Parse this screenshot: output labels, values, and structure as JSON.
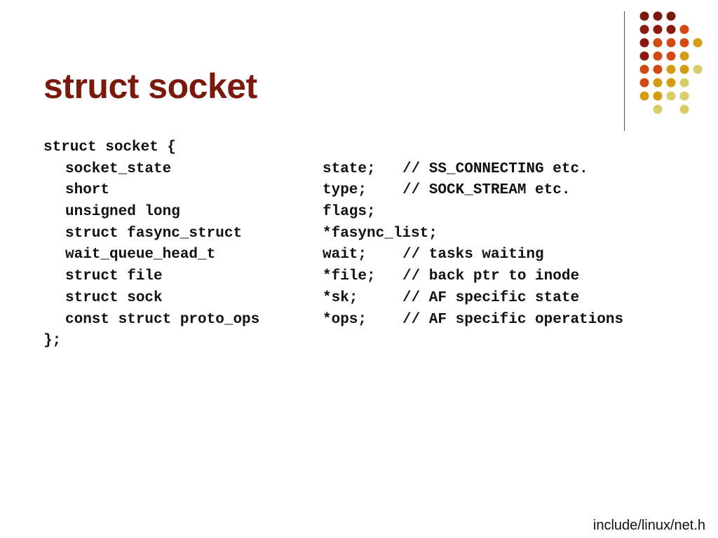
{
  "slide": {
    "title": "struct socket",
    "footer": "include/linux/net.h"
  },
  "theme": {
    "title_color": "#7a1a0e",
    "dot_palette": [
      "#7a1a0e",
      "#8b1a0e",
      "#d24a12",
      "#d49c12",
      "#d8cd6a"
    ]
  },
  "code": {
    "open_line": "struct socket {",
    "close_line": "};",
    "fields": [
      {
        "type": "socket_state",
        "name": "state;",
        "comment": "// SS_CONNECTING etc."
      },
      {
        "type": "short",
        "name": "type;",
        "comment": "// SOCK_STREAM etc."
      },
      {
        "type": "unsigned long",
        "name": "flags;",
        "comment": ""
      },
      {
        "type": "struct fasync_struct",
        "name": "*fasync_list;",
        "comment": ""
      },
      {
        "type": "wait_queue_head_t",
        "name": "wait;",
        "comment": "// tasks waiting"
      },
      {
        "type": "struct file",
        "name": "*file;",
        "comment": "// back ptr to inode"
      },
      {
        "type": "struct sock",
        "name": "*sk;",
        "comment": "// AF specific state"
      },
      {
        "type": "const struct proto_ops",
        "name": "*ops;",
        "comment": "// AF specific operations"
      }
    ]
  }
}
